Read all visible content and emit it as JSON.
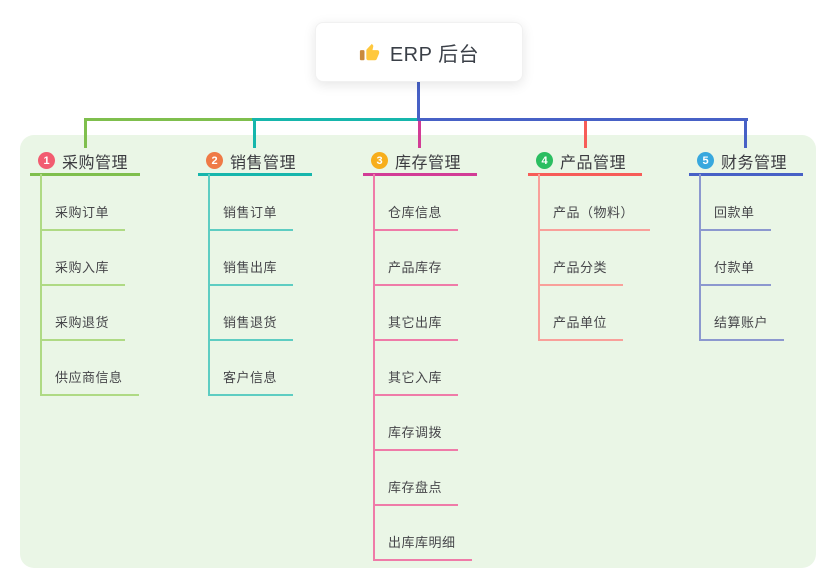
{
  "root": {
    "label": "ERP 后台",
    "icon": "thumbs-up-icon"
  },
  "branches": [
    {
      "index": "1",
      "label": "采购管理",
      "children": [
        "采购订单",
        "采购入库",
        "采购退货",
        "供应商信息"
      ],
      "badge_color": "#F25C70",
      "line_color": "#7FBF4D",
      "child_line_color": "#AFDA84"
    },
    {
      "index": "2",
      "label": "销售管理",
      "children": [
        "销售订单",
        "销售出库",
        "销售退货",
        "客户信息"
      ],
      "badge_color": "#EF7A46",
      "line_color": "#16B6AC",
      "child_line_color": "#5ECDC2"
    },
    {
      "index": "3",
      "label": "库存管理",
      "children": [
        "仓库信息",
        "产品库存",
        "其它出库",
        "其它入库",
        "库存调拨",
        "库存盘点",
        "出库库明细"
      ],
      "badge_color": "#F7AE1C",
      "line_color": "#D23C96",
      "child_line_color": "#EF7BA8"
    },
    {
      "index": "4",
      "label": "产品管理",
      "children": [
        "产品（物料）",
        "产品分类",
        "产品单位"
      ],
      "badge_color": "#2BBE61",
      "line_color": "#F75C58",
      "child_line_color": "#F9A09A"
    },
    {
      "index": "5",
      "label": "财务管理",
      "children": [
        "回款单",
        "付款单",
        "结算账户"
      ],
      "badge_color": "#38A8DE",
      "line_color": "#4761C6",
      "child_line_color": "#8C98CF"
    }
  ],
  "colors": {
    "panel_bg": "#EAF6E6",
    "trunk": "#4761C6",
    "title_text": "#3B3B40",
    "child_text": "#46464A"
  }
}
